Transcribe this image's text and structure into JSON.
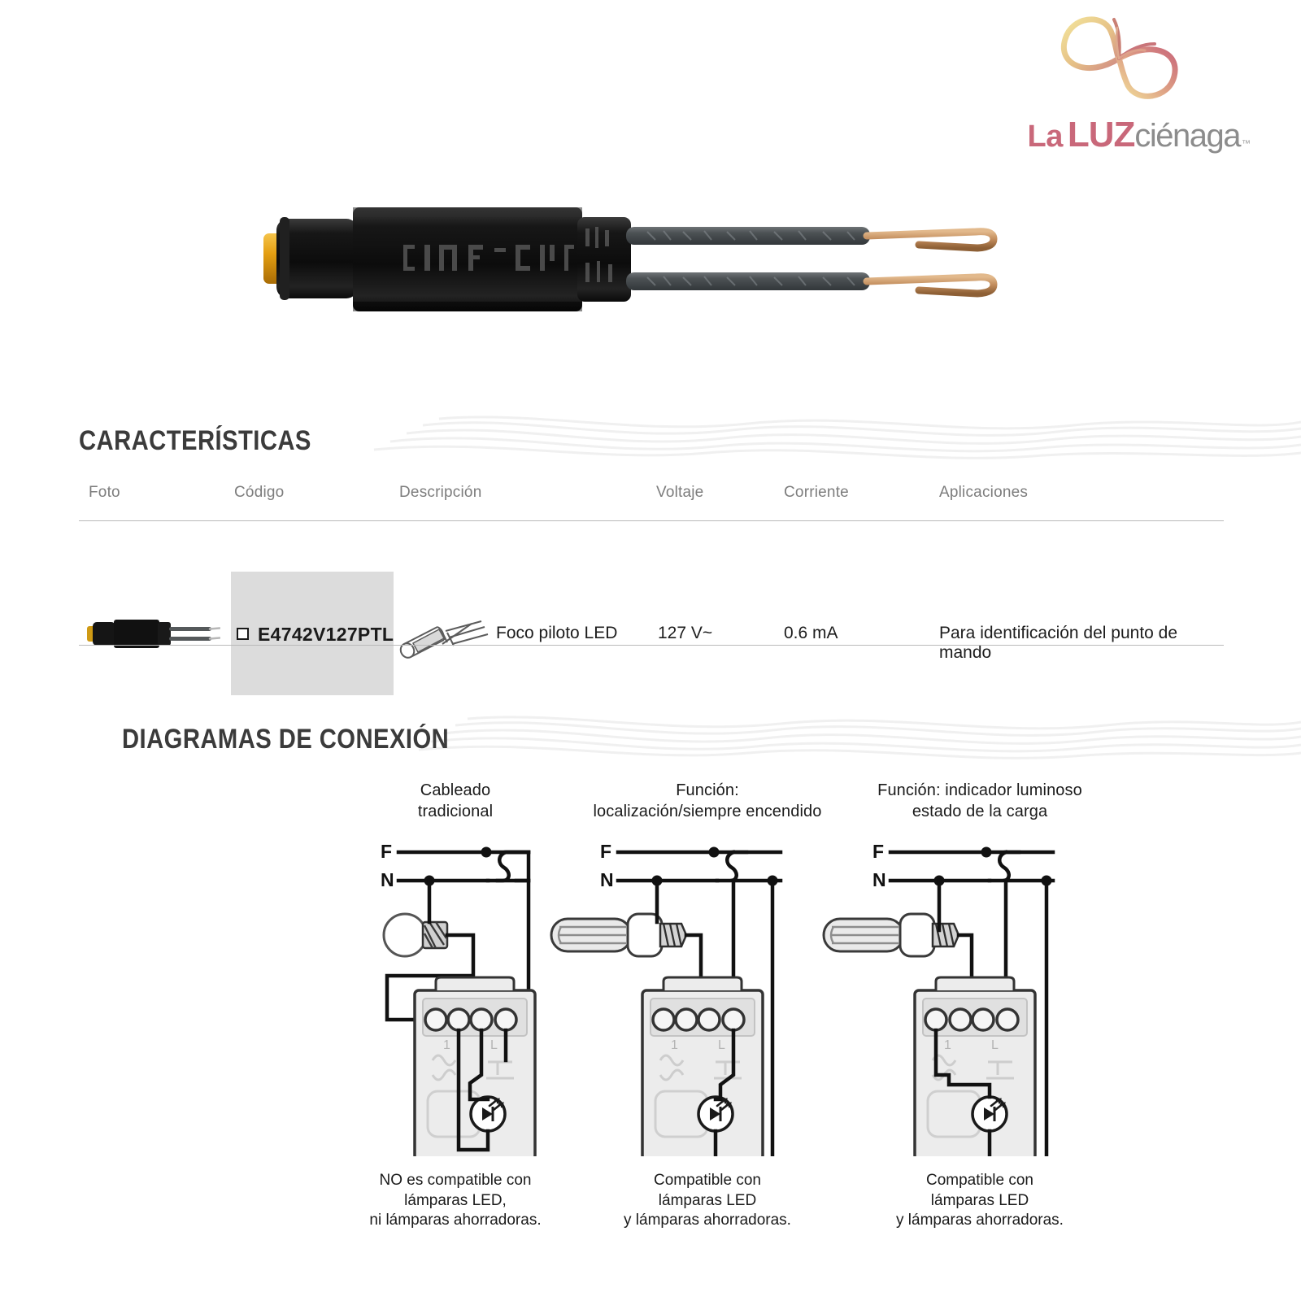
{
  "brand": {
    "name_la": "La",
    "name_luz": "LUZ",
    "name_cienaga": "ciénaga",
    "trademark": "™",
    "color_pink": "#c9687a",
    "color_gray": "#8c8c8c",
    "mark_colors": [
      "#f0dc8a",
      "#e8c98b",
      "#d98b7e",
      "#c9687a"
    ]
  },
  "hero": {
    "alt": "Foco piloto LED E4742V127PTL",
    "body_color": "#1a1a1a",
    "lens_color": "#e8a713",
    "wire_color": "#585c5e",
    "copper_color": "#c08a5a"
  },
  "sections": {
    "caracteristicas": "CARACTERÍSTICAS",
    "diagramas": "DIAGRAMAS DE CONEXIÓN"
  },
  "table": {
    "headers": [
      "Foto",
      "Código",
      "Descripción",
      "Voltaje",
      "Corriente",
      "Aplicaciones"
    ],
    "rows": [
      {
        "foto": "product-thumbnail",
        "codigo": "E4742V127PTL",
        "descripcion_icon": "pilot-light-line-art",
        "descripcion": "Foco piloto LED",
        "voltaje": "127  V~",
        "corriente": "0.6 mA",
        "aplicaciones": "Para identificación del punto de mando"
      }
    ],
    "code_cell_bg": "#dcdcdc"
  },
  "diagrams": [
    {
      "title_line1": "Cableado",
      "title_line2": "tradicional",
      "lamp_type": "incandescent",
      "labels": {
        "f": "F",
        "n": "N"
      },
      "caption_line1": "NO es compatible con",
      "caption_line2": "lámparas LED,",
      "caption_line3": "ni lámparas ahorradoras."
    },
    {
      "title_line1": "Función:",
      "title_line2": "localización/siempre encendido",
      "lamp_type": "cfl",
      "labels": {
        "f": "F",
        "n": "N"
      },
      "caption_line1": "Compatible con",
      "caption_line2": "lámparas LED",
      "caption_line3": "y lámparas ahorradoras."
    },
    {
      "title_line1": "Función: indicador luminoso",
      "title_line2": "estado de la carga",
      "lamp_type": "cfl",
      "labels": {
        "f": "F",
        "n": "N"
      },
      "caption_line1": "Compatible con",
      "caption_line2": "lámparas LED",
      "caption_line3": "y lámparas ahorradoras."
    }
  ],
  "colors": {
    "heading": "#3b3b3b",
    "header_text": "#7d7d7d",
    "body_text": "#1d1d1d",
    "rule": "#b9b9b9",
    "watermark": "#f0f0f0",
    "switch_body": "#e9e9e9",
    "switch_outline": "#3a3a3a",
    "wire": "#111111"
  }
}
